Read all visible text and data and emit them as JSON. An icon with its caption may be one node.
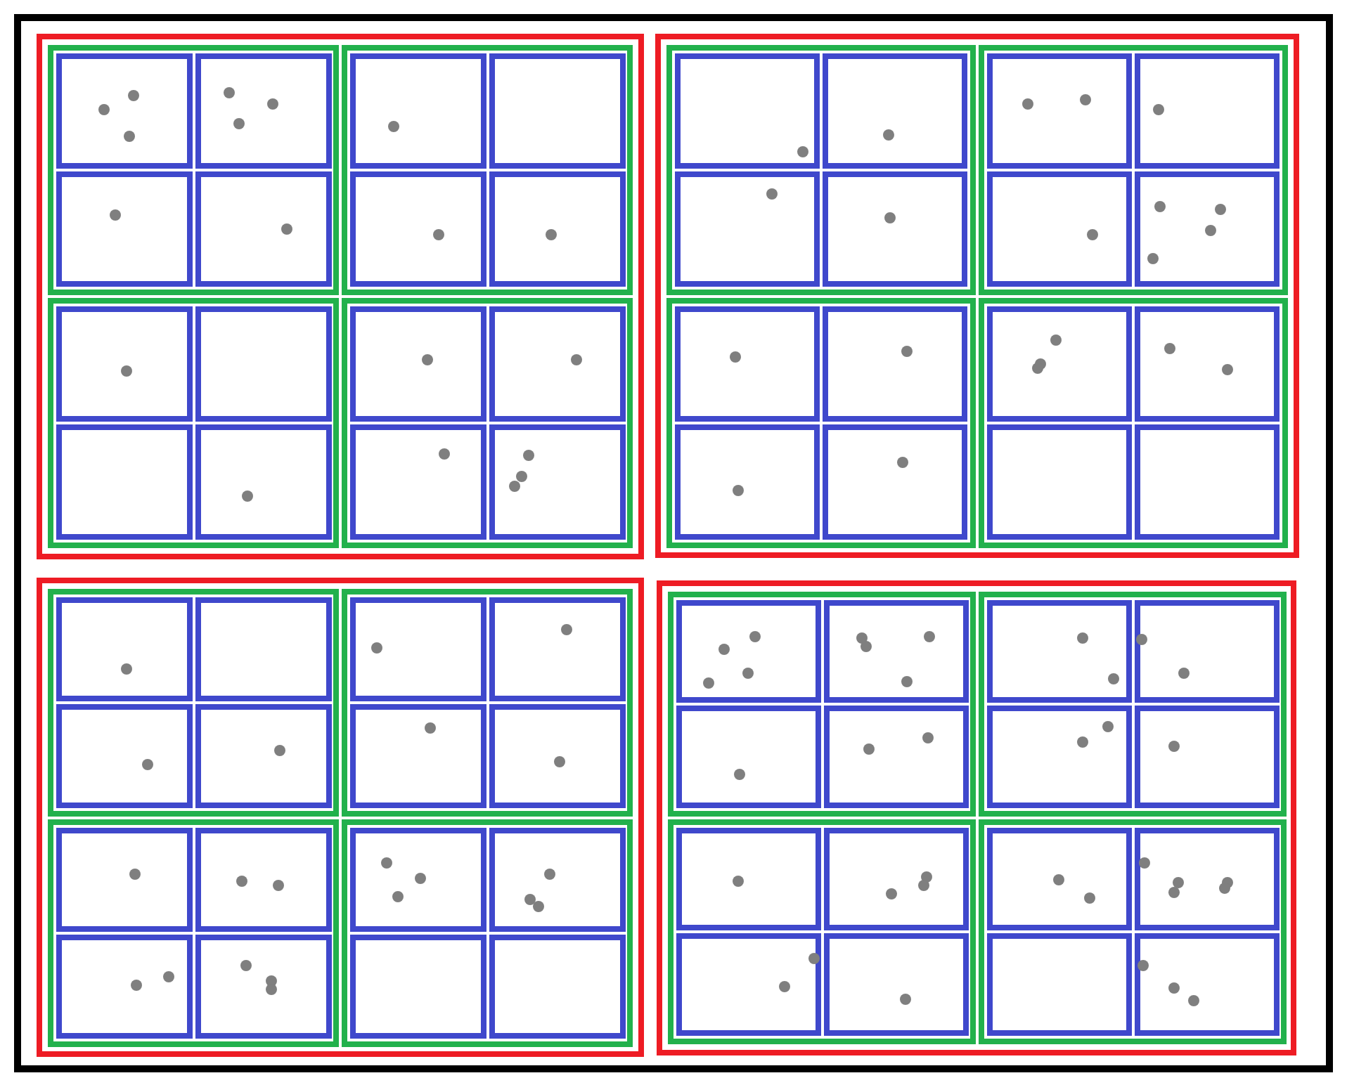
{
  "diagram": {
    "nodes": [
      {
        "text": [],
        "shape": "box"
      },
      {
        "text": [],
        "shape": "box",
        "in": 0
      },
      {
        "text": [],
        "shape": "box",
        "in": 1
      },
      {
        "text": [],
        "shape": "box",
        "in": 2
      },
      {
        "text": [],
        "shape": "box",
        "in": 2
      },
      {
        "text": [],
        "shape": "box",
        "in": 2
      },
      {
        "text": [],
        "shape": "box",
        "in": 2
      },
      {
        "text": [],
        "shape": "box",
        "in": 1
      },
      {
        "text": [],
        "shape": "box",
        "in": 7
      },
      {
        "text": [],
        "shape": "box",
        "in": 7
      },
      {
        "text": [],
        "shape": "box",
        "in": 7
      },
      {
        "text": [],
        "shape": "box",
        "in": 7
      },
      {
        "text": [],
        "shape": "box",
        "in": 1
      },
      {
        "text": [],
        "shape": "box",
        "in": 12
      },
      {
        "text": [],
        "shape": "box",
        "in": 12
      },
      {
        "text": [],
        "shape": "box",
        "in": 12
      },
      {
        "text": [],
        "shape": "box",
        "in": 12
      },
      {
        "text": [],
        "shape": "box",
        "in": 1
      },
      {
        "text": [],
        "shape": "box",
        "in": 17
      },
      {
        "text": [],
        "shape": "box",
        "in": 17
      },
      {
        "text": [],
        "shape": "box",
        "in": 17
      },
      {
        "text": [],
        "shape": "box",
        "in": 17
      },
      {
        "text": [],
        "shape": "box",
        "in": 0
      },
      {
        "text": [],
        "shape": "box",
        "in": 22
      },
      {
        "text": [],
        "shape": "box",
        "in": 23
      },
      {
        "text": [],
        "shape": "box",
        "in": 23
      },
      {
        "text": [],
        "shape": "box",
        "in": 23
      },
      {
        "text": [],
        "shape": "box",
        "in": 23
      },
      {
        "text": [],
        "shape": "box",
        "in": 22
      },
      {
        "text": [],
        "shape": "box",
        "in": 28
      },
      {
        "text": [],
        "shape": "box",
        "in": 28
      },
      {
        "text": [],
        "shape": "box",
        "in": 28
      },
      {
        "text": [],
        "shape": "box",
        "in": 28
      },
      {
        "text": [],
        "shape": "box",
        "in": 22
      },
      {
        "text": [],
        "shape": "box",
        "in": 33
      },
      {
        "text": [],
        "shape": "box",
        "in": 33
      },
      {
        "text": [],
        "shape": "box",
        "in": 33
      },
      {
        "text": [],
        "shape": "box",
        "in": 33
      },
      {
        "text": [],
        "shape": "box",
        "in": 22
      },
      {
        "text": [],
        "shape": "box",
        "in": 38
      },
      {
        "text": [],
        "shape": "box",
        "in": 38
      },
      {
        "text": [],
        "shape": "box",
        "in": 38
      },
      {
        "text": [],
        "shape": "box",
        "in": 38
      },
      {
        "text": [],
        "shape": "box",
        "in": 0
      },
      {
        "text": [],
        "shape": "box",
        "in": 43
      },
      {
        "text": [],
        "shape": "box",
        "in": 44
      },
      {
        "text": [],
        "shape": "box",
        "in": 44
      },
      {
        "text": [],
        "shape": "box",
        "in": 44
      },
      {
        "text": [],
        "shape": "box",
        "in": 44
      },
      {
        "text": [],
        "shape": "box",
        "in": 43
      },
      {
        "text": [],
        "shape": "box",
        "in": 49
      },
      {
        "text": [],
        "shape": "box",
        "in": 49
      },
      {
        "text": [],
        "shape": "box",
        "in": 49
      },
      {
        "text": [],
        "shape": "box",
        "in": 49
      },
      {
        "text": [],
        "shape": "box",
        "in": 43
      },
      {
        "text": [],
        "shape": "box",
        "in": 54
      },
      {
        "text": [],
        "shape": "box",
        "in": 54
      },
      {
        "text": [],
        "shape": "box",
        "in": 54
      },
      {
        "text": [],
        "shape": "box",
        "in": 54
      },
      {
        "text": [],
        "shape": "box",
        "in": 43
      },
      {
        "text": [],
        "shape": "box",
        "in": 59
      },
      {
        "text": [],
        "shape": "box",
        "in": 59
      },
      {
        "text": [],
        "shape": "box",
        "in": 59
      },
      {
        "text": [],
        "shape": "box",
        "in": 59
      },
      {
        "text": [],
        "shape": "box",
        "in": 0
      },
      {
        "text": [],
        "shape": "box",
        "in": 64
      },
      {
        "text": [],
        "shape": "box",
        "in": 65
      },
      {
        "text": [],
        "shape": "box",
        "in": 65
      },
      {
        "text": [],
        "shape": "box",
        "in": 65
      },
      {
        "text": [],
        "shape": "box",
        "in": 65
      },
      {
        "text": [],
        "shape": "box",
        "in": 64
      },
      {
        "text": [],
        "shape": "box",
        "in": 70
      },
      {
        "text": [],
        "shape": "box",
        "in": 70
      },
      {
        "text": [],
        "shape": "box",
        "in": 70
      },
      {
        "text": [],
        "shape": "box",
        "in": 70
      },
      {
        "text": [],
        "shape": "box",
        "in": 64
      },
      {
        "text": [],
        "shape": "box",
        "in": 75
      },
      {
        "text": [],
        "shape": "box",
        "in": 75
      },
      {
        "text": [],
        "shape": "box",
        "in": 75
      },
      {
        "text": [],
        "shape": "box",
        "in": 75
      },
      {
        "text": [],
        "shape": "box",
        "in": 64
      },
      {
        "text": [],
        "shape": "box",
        "in": 80
      },
      {
        "text": [],
        "shape": "box",
        "in": 80
      },
      {
        "text": [],
        "shape": "box",
        "in": 80
      },
      {
        "text": [],
        "shape": "box",
        "in": 80
      }
    ]
  }
}
